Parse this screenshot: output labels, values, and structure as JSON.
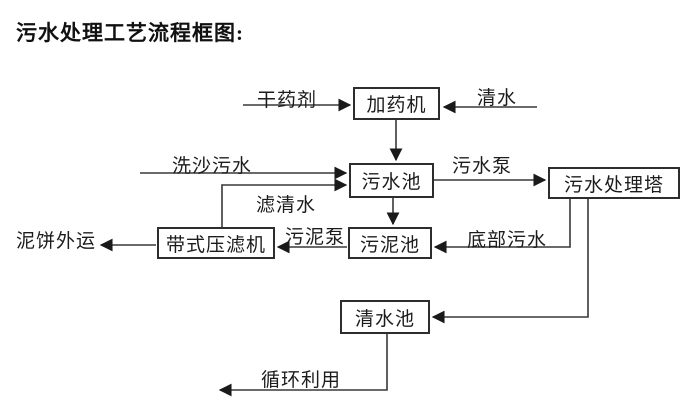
{
  "title": "污水处理工艺流程框图:",
  "nodes": {
    "dosing_machine": "加药机",
    "sewage_pool": "污水池",
    "treatment_tower": "污水处理塔",
    "sludge_pool": "污泥池",
    "belt_filter_press": "带式压滤机",
    "clean_water_pool": "清水池"
  },
  "edge_labels": {
    "dry_chemical": "干药剂",
    "clean_water": "清水",
    "sand_washing_sewage": "洗沙污水",
    "sewage_pump": "污水泵",
    "filtered_water": "滤清水",
    "sludge_pump": "污泥泵",
    "bottom_sewage": "底部污水",
    "mud_cake_out": "泥饼外运",
    "recycling": "循环利用"
  },
  "colors": {
    "line": "#383838",
    "arrowhead": "#1a1a1a",
    "box_border": "#2d2d2d",
    "text": "#1c1c1c",
    "background": "#ffffff"
  }
}
